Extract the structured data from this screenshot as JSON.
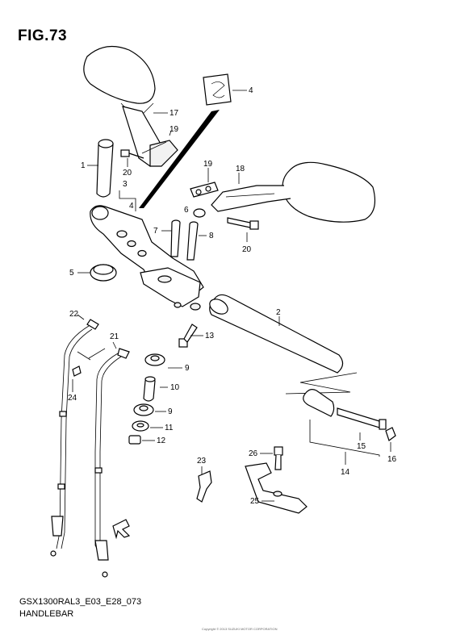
{
  "figure": {
    "title": "FIG.73",
    "model_code": "GSX1300RAL3_E03_E28_073",
    "name": "HANDLEBAR",
    "copyright_note": "Copyright © 2013 SUZUKI MOTOR CORPORATION"
  },
  "part_numbers": {
    "p1": "1",
    "p2": "2",
    "p3": "3",
    "p4a": "4",
    "p4b": "4",
    "p5": "5",
    "p6": "6",
    "p7": "7",
    "p8": "8",
    "p9a": "9",
    "p9b": "9",
    "p10": "10",
    "p11": "11",
    "p12": "12",
    "p13": "13",
    "p14": "14",
    "p15": "15",
    "p16": "16",
    "p17": "17",
    "p18": "18",
    "p19a": "19",
    "p19b": "19",
    "p20a": "20",
    "p20b": "20",
    "p21": "21",
    "p22": "22",
    "p23": "23",
    "p24": "24",
    "p25": "25",
    "p26": "26"
  },
  "icons": {
    "front_arrow": "front-arrow-icon",
    "emblem": "suzuki-emblem-icon"
  }
}
